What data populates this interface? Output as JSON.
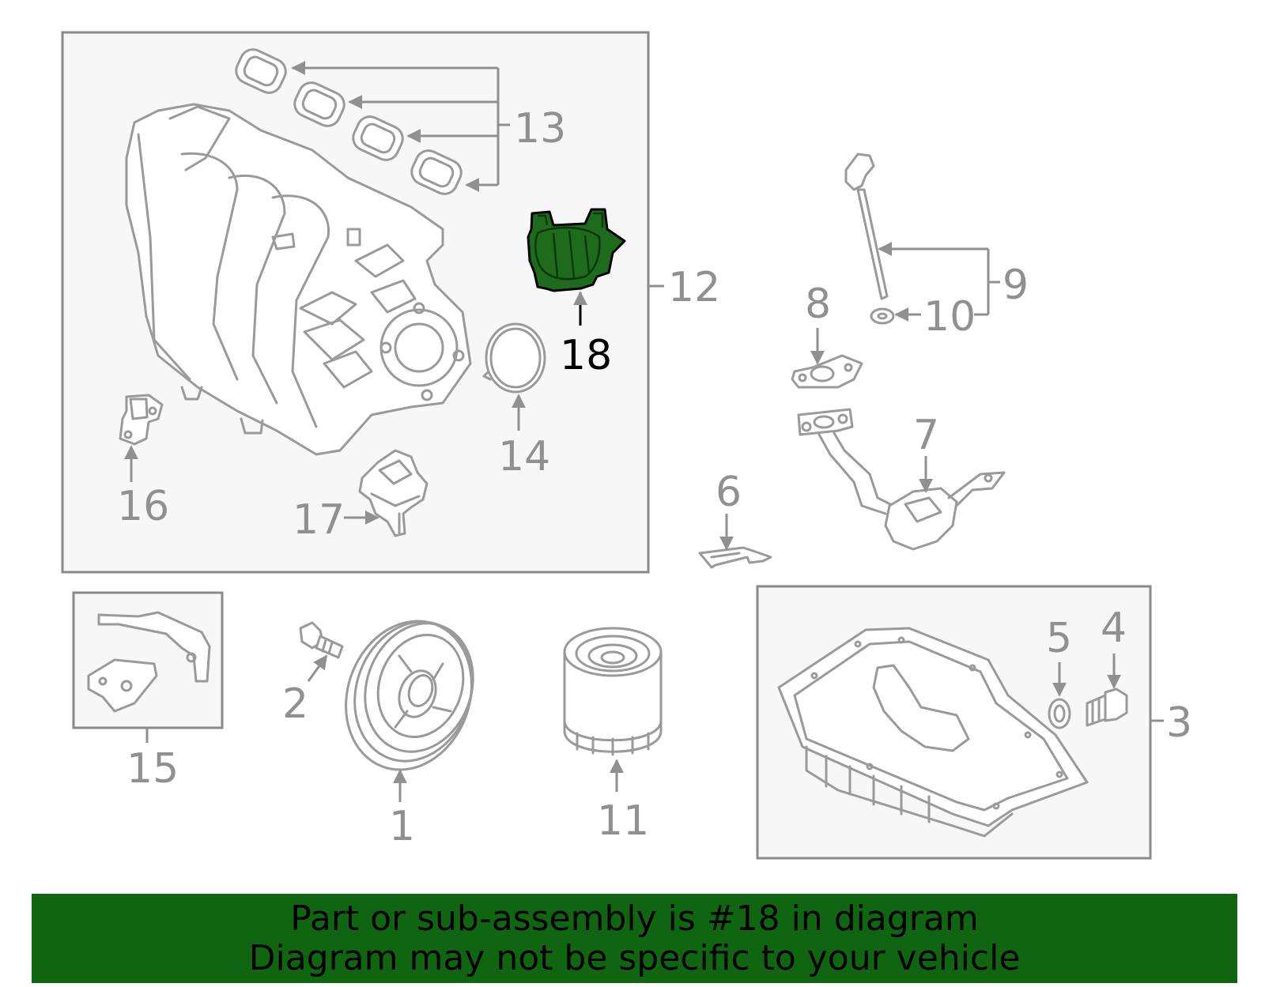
{
  "diagram": {
    "highlight_color": "#1e6b1e",
    "banner_color": "#106510",
    "line_color": "#9a9a9a",
    "callouts": {
      "c1": "1",
      "c2": "2",
      "c3": "3",
      "c4": "4",
      "c5": "5",
      "c6": "6",
      "c7": "7",
      "c8": "8",
      "c9": "9",
      "c10": "10",
      "c11": "11",
      "c12": "12",
      "c13": "13",
      "c14": "14",
      "c15": "15",
      "c16": "16",
      "c17": "17",
      "c18": "18"
    },
    "highlighted_part": "18"
  },
  "banner": {
    "line1": "Part or sub-assembly is #18 in diagram",
    "line2": "Diagram may not be specific to your vehicle"
  }
}
